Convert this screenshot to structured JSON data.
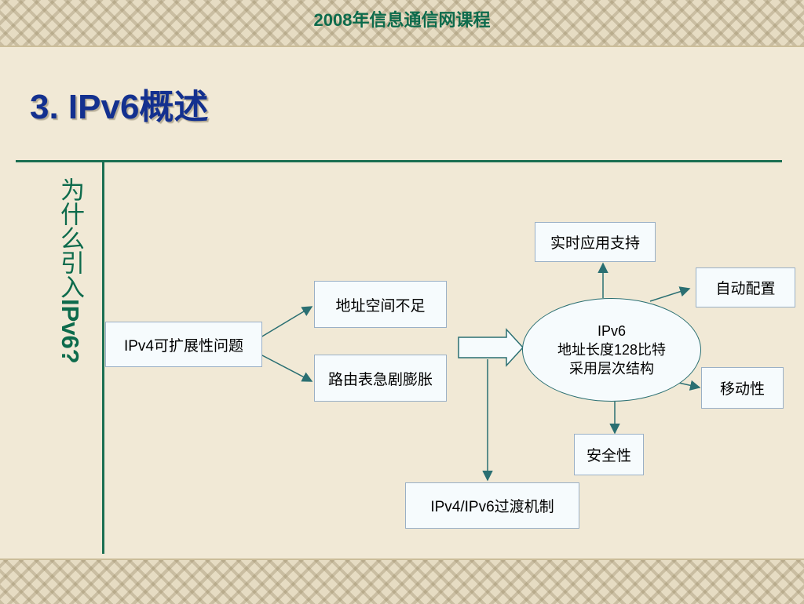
{
  "header": {
    "course_title": "2008年信息通信网课程"
  },
  "slide": {
    "title": "3. IPv6概述",
    "side_question": {
      "chinese": "为什么引入",
      "latin": "IPv6?"
    }
  },
  "diagram": {
    "ipv4_issue": "IPv4可扩展性问题",
    "address_space": "地址空间不足",
    "routing_table": "路由表急剧膨胀",
    "ipv6_center": {
      "line1": "IPv6",
      "line2": "地址长度128比特",
      "line3": "采用层次结构"
    },
    "realtime": "实时应用支持",
    "autoconfig": "自动配置",
    "mobility": "移动性",
    "security": "安全性",
    "transition": "IPv4/IPv6过渡机制"
  }
}
